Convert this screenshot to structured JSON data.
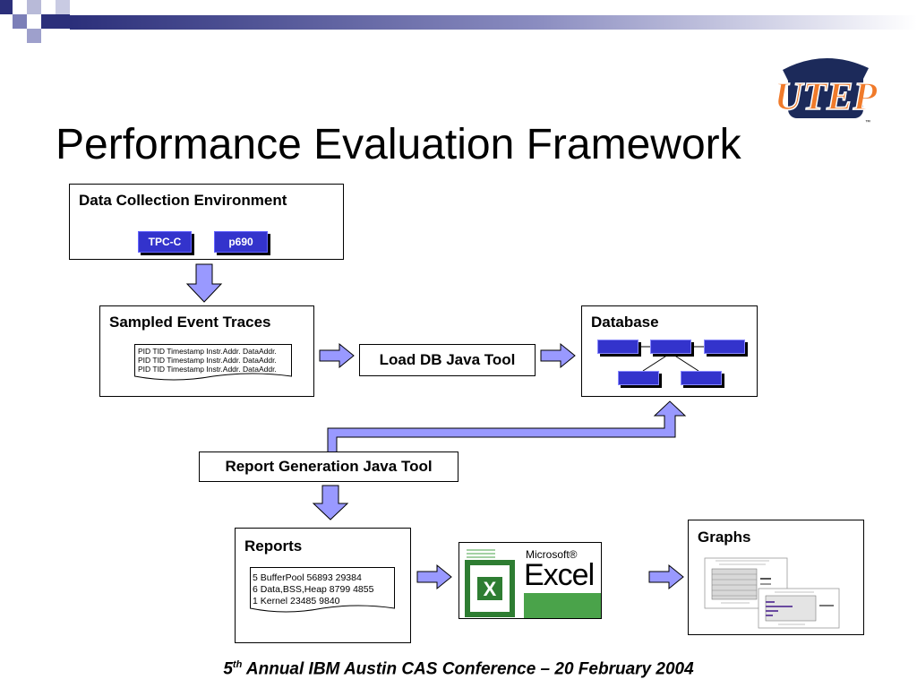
{
  "slide": {
    "title": "Performance Evaluation Framework",
    "logo_text": "UTEP"
  },
  "data_collection": {
    "title": "Data Collection Environment",
    "chips": [
      "TPC-C",
      "p690"
    ]
  },
  "sampled_traces": {
    "title": "Sampled Event Traces",
    "lines": [
      "PID TID Timestamp Instr.Addr. DataAddr.",
      "PID TID Timestamp Instr.Addr. DataAddr.",
      "PID TID Timestamp Instr.Addr. DataAddr."
    ]
  },
  "load_db_tool": {
    "label": "Load DB Java Tool"
  },
  "database": {
    "title": "Database"
  },
  "report_tool": {
    "label": "Report Generation Java Tool"
  },
  "reports": {
    "title": "Reports",
    "lines": [
      "5 BufferPool 56893 29384",
      "6 Data,BSS,Heap 8799 4855",
      "1 Kernel 23485 9840"
    ]
  },
  "excel": {
    "brand": "Microsoft®",
    "name": "Excel"
  },
  "graphs": {
    "title": "Graphs"
  },
  "footer": {
    "number": "5",
    "suffix": "th",
    "rest": " Annual IBM Austin CAS Conference – 20 February 2004"
  },
  "colors": {
    "arrow_fill": "#9999ff",
    "chip_fill": "#3333cc",
    "excel_green": "#2e7d32",
    "header_navy": "#2b2f7a"
  }
}
